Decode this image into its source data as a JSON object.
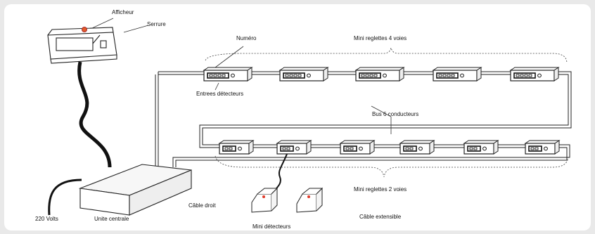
{
  "labels": {
    "afficheur": "Afficheur",
    "serrure": "Serrure",
    "numero": "Numéro",
    "mini_reglettes_4": "Mini reglettes 4 voies",
    "entrees_detecteurs": "Entrees détecteurs",
    "bus": "Bus 6 conducteurs",
    "mini_reglettes_2": "Mini reglettes 2 voies",
    "cable_droit": "Câble droit",
    "cable_extensible": "Câble extensible",
    "volts": "220 Volts",
    "unite_centrale": "Unite centrale",
    "mini_detecteurs": "Mini détecteurs"
  }
}
